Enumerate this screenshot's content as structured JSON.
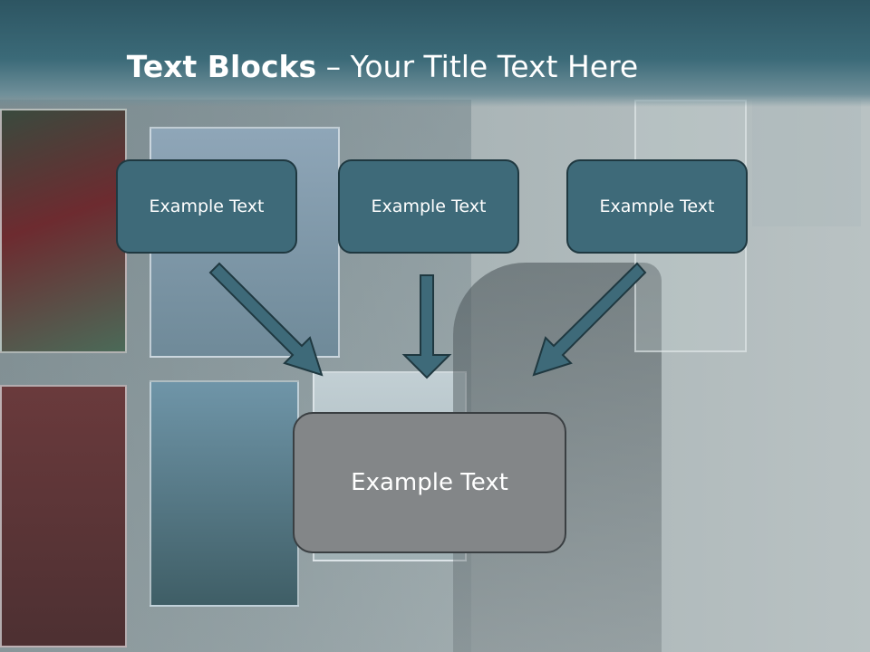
{
  "title": {
    "bold": "Text Blocks",
    "separator": " – ",
    "rest": "Your Title Text Here"
  },
  "diagram": {
    "top_boxes": [
      "Example Text",
      "Example Text",
      "Example Text"
    ],
    "target_box": "Example Text"
  },
  "colors": {
    "header": "#2d5562",
    "top_box_fill": "#3e6a79",
    "top_box_border": "#1f3840",
    "target_box_fill": "#838688",
    "arrow_fill": "#3e6a79",
    "arrow_stroke": "#1f3840"
  }
}
